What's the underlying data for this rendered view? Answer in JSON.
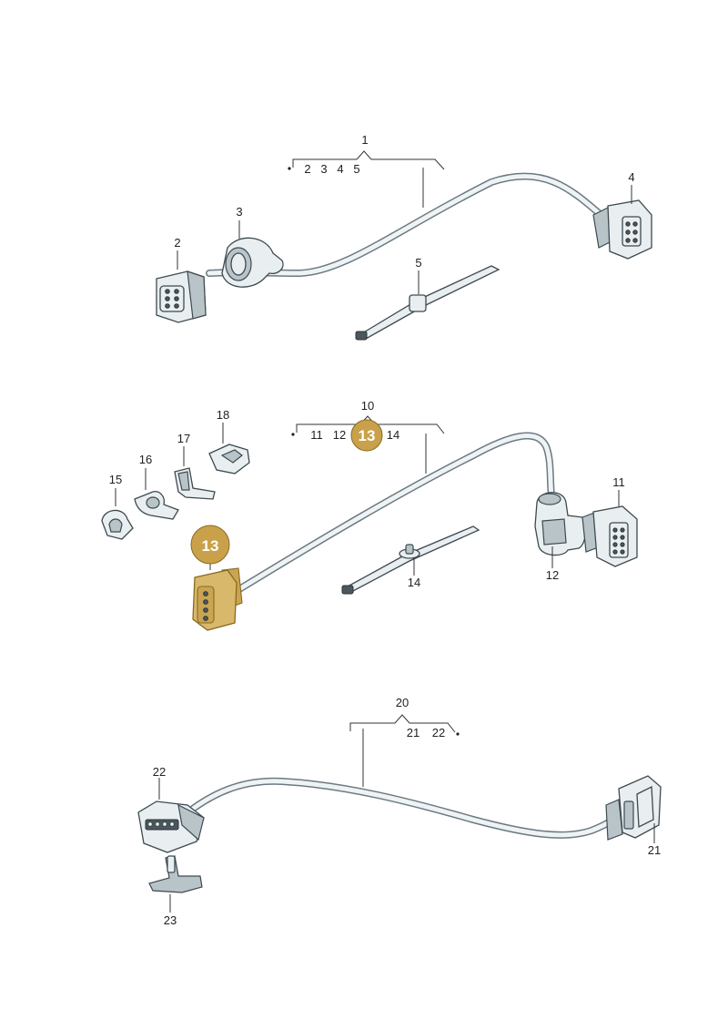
{
  "group1": {
    "bracket_label": "1",
    "sub_labels": [
      "2",
      "3",
      "4",
      "5"
    ],
    "callouts": {
      "c2": "2",
      "c3": "3",
      "c4": "4",
      "c5": "5"
    }
  },
  "group2": {
    "bracket_label": "10",
    "sub_labels": [
      "11",
      "12",
      "14"
    ],
    "sub_badge": "13",
    "callouts": {
      "c11": "11",
      "c12": "12",
      "c14": "14",
      "c15": "15",
      "c16": "16",
      "c17": "17",
      "c18": "18"
    },
    "highlight_badge": "13"
  },
  "group3": {
    "bracket_label": "20",
    "sub_labels": [
      "21",
      "22"
    ],
    "callouts": {
      "c21": "21",
      "c22": "22",
      "c23": "23"
    }
  },
  "colors": {
    "highlight": "#c9a14a",
    "part_fill": "#e9eef0",
    "cable": "#6c7a80"
  }
}
